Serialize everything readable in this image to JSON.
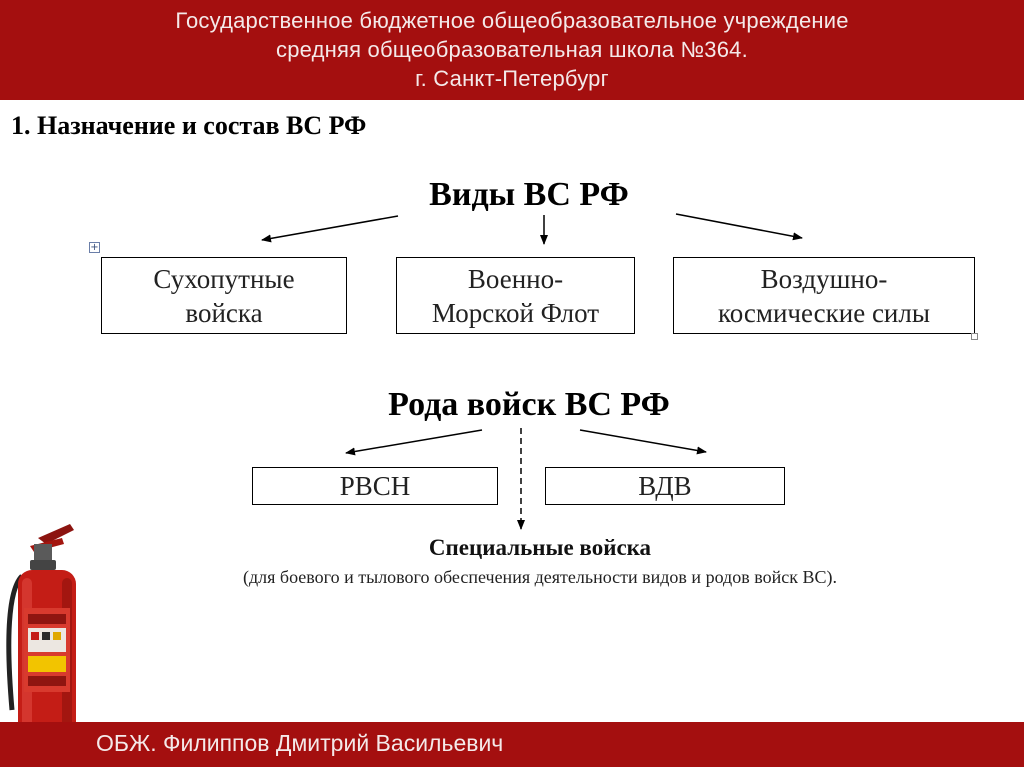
{
  "header": {
    "line1": "Государственное бюджетное общеобразовательное учреждение",
    "line2": "средняя общеобразовательная школа №364.",
    "line3": "г. Санкт-Петербург"
  },
  "section_title": "1. Назначение и состав ВС РФ",
  "vidy": {
    "title": "Виды ВС РФ",
    "boxes": [
      {
        "line1": "Сухопутные",
        "line2": "войска"
      },
      {
        "line1": "Военно-",
        "line2": "Морской Флот"
      },
      {
        "line1": "Воздушно-",
        "line2": "космические силы"
      }
    ]
  },
  "roda": {
    "title": "Рода войск ВС РФ",
    "boxes": [
      "РВСН",
      "ВДВ"
    ]
  },
  "special": {
    "title": "Специальные войска",
    "note": "(для боевого и тылового обеспечения деятельности видов и родов войск ВС)."
  },
  "footer": {
    "text": "ОБЖ. Филиппов Дмитрий Васильевич"
  },
  "colors": {
    "banner": "#a40f0f",
    "banner_text": "#f4e9e9",
    "extinguisher": "#c41d16"
  },
  "icons": [
    "plus-icon",
    "fire-extinguisher-icon"
  ]
}
